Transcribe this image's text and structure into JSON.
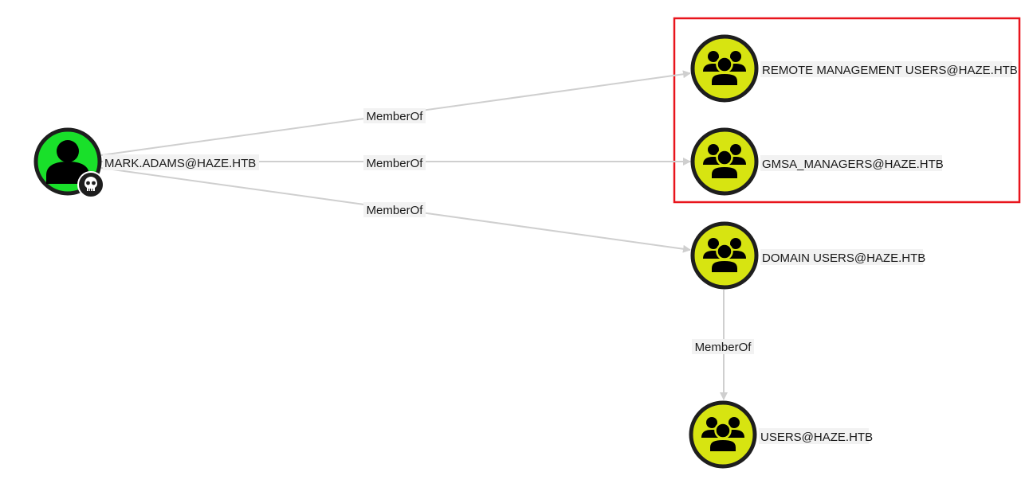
{
  "graph": {
    "colors": {
      "user_fill": "#19e02a",
      "group_fill": "#d7e411",
      "node_border": "#1e1e1e",
      "icon": "#000000",
      "edge": "#cfcfcf",
      "highlight": "#e8141c"
    },
    "nodes": [
      {
        "id": "mark",
        "type": "user",
        "label": "MARK.ADAMS@HAZE.HTB",
        "badge": "skull-icon",
        "owned": true
      },
      {
        "id": "rmu",
        "type": "group",
        "label": "REMOTE MANAGEMENT USERS@HAZE.HTB"
      },
      {
        "id": "gmsa",
        "type": "group",
        "label": "GMSA_MANAGERS@HAZE.HTB"
      },
      {
        "id": "du",
        "type": "group",
        "label": "DOMAIN USERS@HAZE.HTB"
      },
      {
        "id": "users",
        "type": "group",
        "label": "USERS@HAZE.HTB"
      }
    ],
    "edges": [
      {
        "from": "mark",
        "to": "rmu",
        "label": "MemberOf"
      },
      {
        "from": "mark",
        "to": "gmsa",
        "label": "MemberOf"
      },
      {
        "from": "mark",
        "to": "du",
        "label": "MemberOf"
      },
      {
        "from": "du",
        "to": "users",
        "label": "MemberOf"
      }
    ],
    "highlight": {
      "contains": [
        "rmu",
        "gmsa"
      ]
    }
  }
}
